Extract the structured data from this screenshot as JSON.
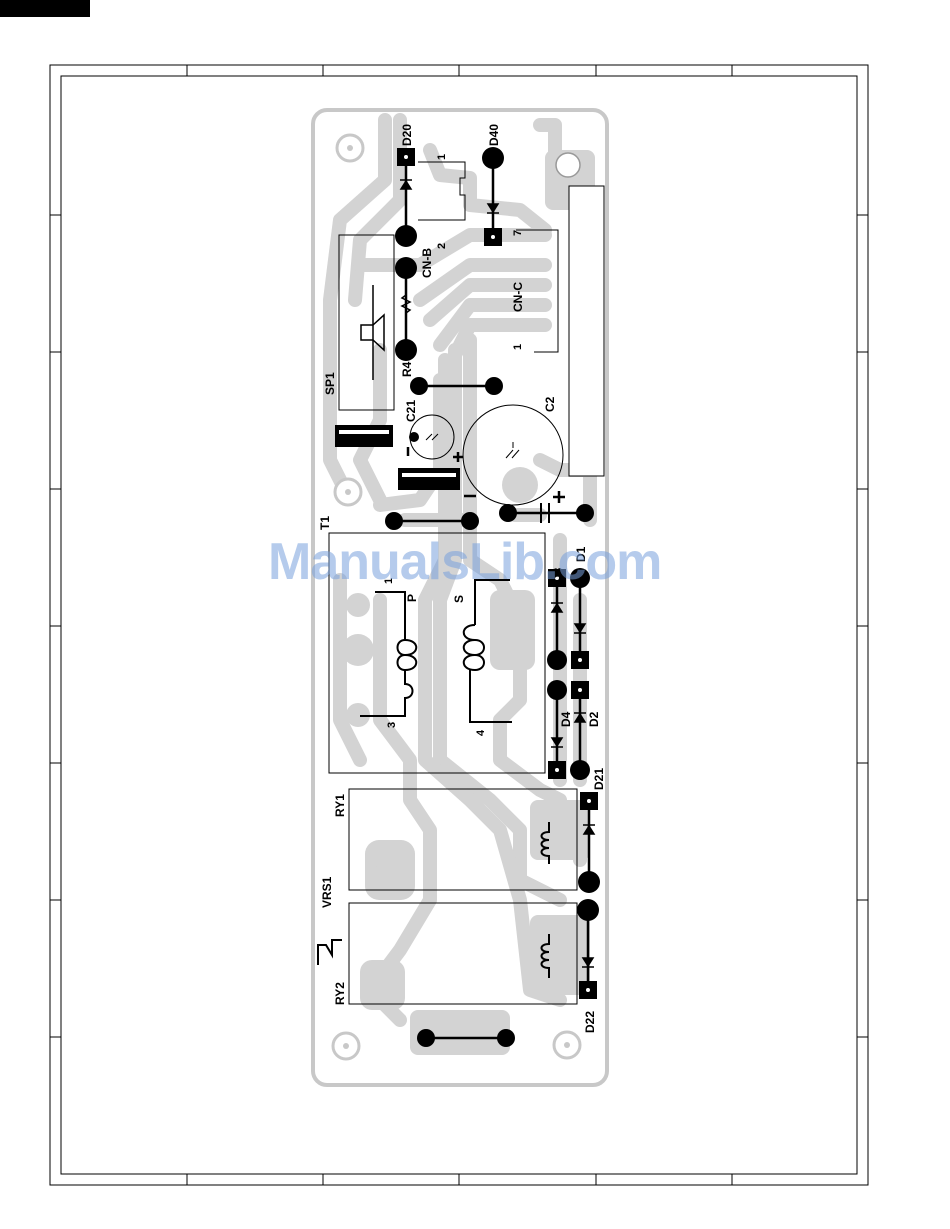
{
  "labels": {
    "d20": "D20",
    "d40": "D40",
    "pin1_top": "1",
    "pin2": "2",
    "pin7": "7",
    "cnb": "CN-B",
    "cnc": "CN-C",
    "pin1_cnc": "1",
    "sp1": "SP1",
    "r4": "R4",
    "c21": "C21",
    "c2": "C2",
    "t1": "T1",
    "d3": "D3",
    "d1": "D1",
    "p": "P",
    "s": "S",
    "pin1_t": "1",
    "pin3": "3",
    "pin4": "4",
    "d4": "D4",
    "d2": "D2",
    "d21": "D21",
    "ry1": "RY1",
    "vrs1": "VRS1",
    "ry2": "RY2",
    "d22": "D22",
    "plus": "+",
    "minus": "−"
  },
  "watermark": "ManualsLib.com",
  "colors": {
    "copper": "#d3d3d3",
    "ink": "#000000",
    "board_edge": "#c8c8c8"
  }
}
